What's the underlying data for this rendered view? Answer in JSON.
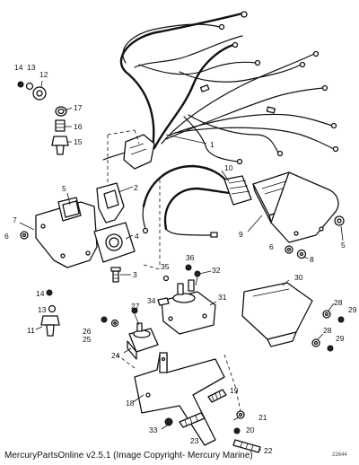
{
  "caption": "MercuryPartsOnline v2.5.1 (Image Copyright- Mercury Marine)",
  "diagram_id": "22644",
  "callouts": [
    "1",
    "2",
    "3",
    "4",
    "5",
    "6",
    "7",
    "8",
    "9",
    "10",
    "11",
    "12",
    "13",
    "14",
    "15",
    "16",
    "17",
    "18",
    "19",
    "20",
    "21",
    "22",
    "23",
    "24",
    "25",
    "26",
    "27",
    "28",
    "29",
    "30",
    "31",
    "32",
    "33",
    "34",
    "35",
    "36"
  ]
}
